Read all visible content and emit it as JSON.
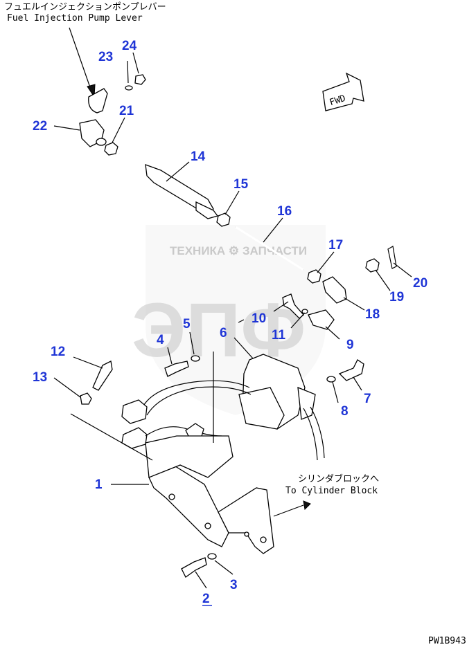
{
  "annotations": {
    "fuel_pump_lever_jp": "フュエルインジェクションポンプレバー",
    "fuel_pump_lever_en": "Fuel Injection Pump Lever",
    "cylinder_block_jp": "シリンダブロックへ",
    "cylinder_block_en": "To Cylinder Block",
    "fwd": "FWD",
    "drawing_code": "PW1B943"
  },
  "watermark": {
    "text": "ТЕХНИКА ⚙ ЗАПЧАСТИ",
    "logo": "ЭПФ"
  },
  "callouts": [
    "1",
    "2",
    "3",
    "4",
    "5",
    "6",
    "7",
    "8",
    "9",
    "10",
    "11",
    "12",
    "13",
    "14",
    "15",
    "16",
    "17",
    "18",
    "19",
    "20",
    "21",
    "22",
    "23",
    "24"
  ]
}
